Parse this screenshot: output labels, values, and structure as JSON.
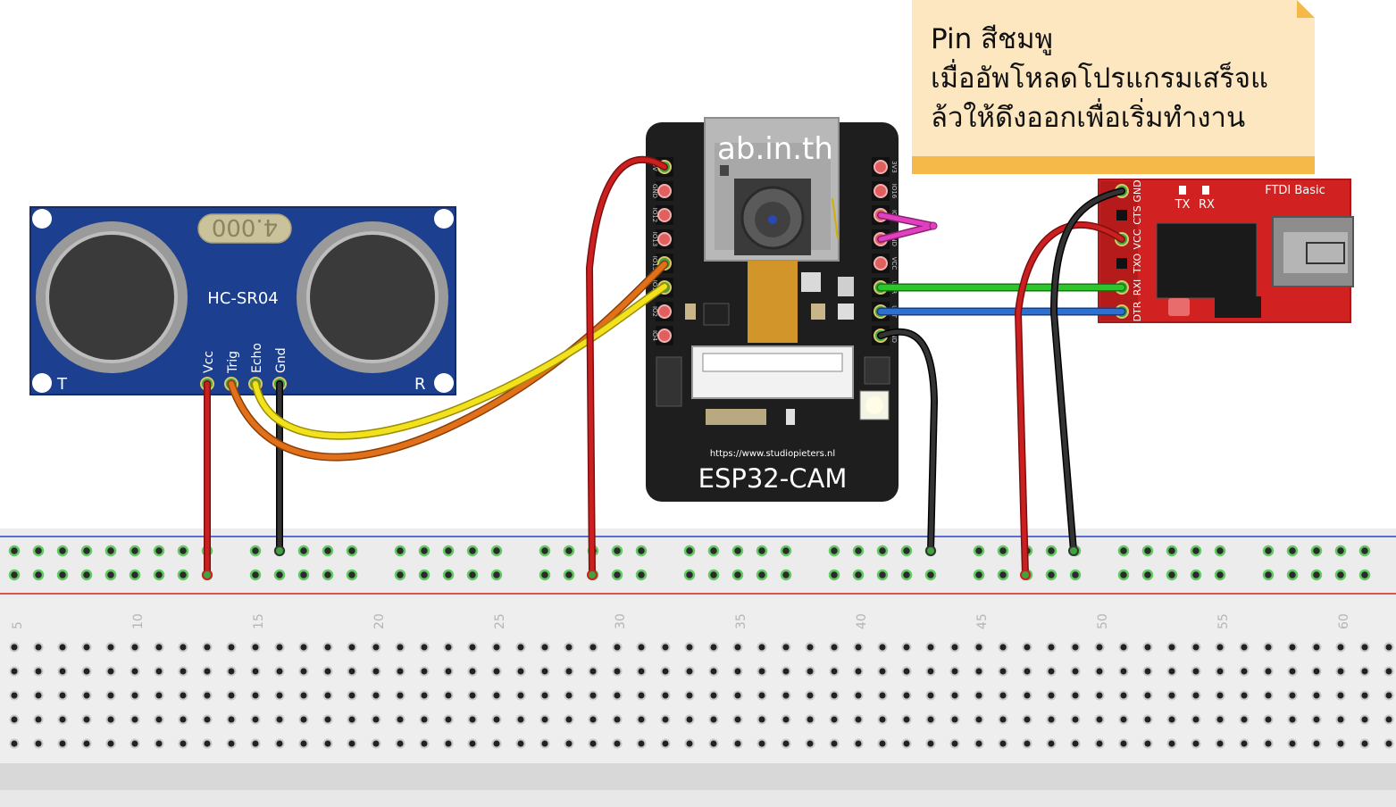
{
  "watermark": "ab.in.th",
  "note": {
    "lines": [
      "Pin สีชมพู",
      "เมื่ออัพโหลดโปรแกรมเสร็จแ",
      "ล้วให้ดึงออกเพื่อเริ่มทำงาน"
    ]
  },
  "ultrasonic": {
    "name": "HC-SR04",
    "crystal": "4.000",
    "left_label": "T",
    "right_label": "R",
    "pins": [
      "Vcc",
      "Trig",
      "Echo",
      "Gnd"
    ]
  },
  "esp32": {
    "name": "ESP32-CAM",
    "url": "https://www.studiopieters.nl",
    "left_pins": [
      "5V",
      "GND",
      "IO12",
      "IO13",
      "IO15",
      "IO14",
      "IO2",
      "IO4"
    ],
    "right_pins": [
      "3V3",
      "IO16",
      "IO0",
      "GND",
      "VCC",
      "U0R",
      "U0T",
      "GND"
    ]
  },
  "ftdi": {
    "name": "FTDI Basic",
    "tx": "TX",
    "rx": "RX",
    "pins": [
      "GND",
      "CTS",
      "VCC",
      "TXO",
      "RXI",
      "DTR"
    ]
  },
  "breadboard": {
    "column_numbers": [
      "5",
      "10",
      "15",
      "20",
      "25",
      "30",
      "35",
      "40",
      "45",
      "50",
      "55",
      "60"
    ]
  },
  "colors": {
    "wire_red": "#cc1f1f",
    "wire_black": "#222222",
    "wire_orange": "#e0701a",
    "wire_yellow": "#f2e21d",
    "wire_green": "#2ec42e",
    "wire_blue": "#2f6fd0",
    "wire_pink": "#e040c0",
    "sensor_blue": "#1c3f8f",
    "ftdi_red": "#d12121",
    "note_fill": "#fde7c0",
    "note_band": "#f5b94a"
  }
}
